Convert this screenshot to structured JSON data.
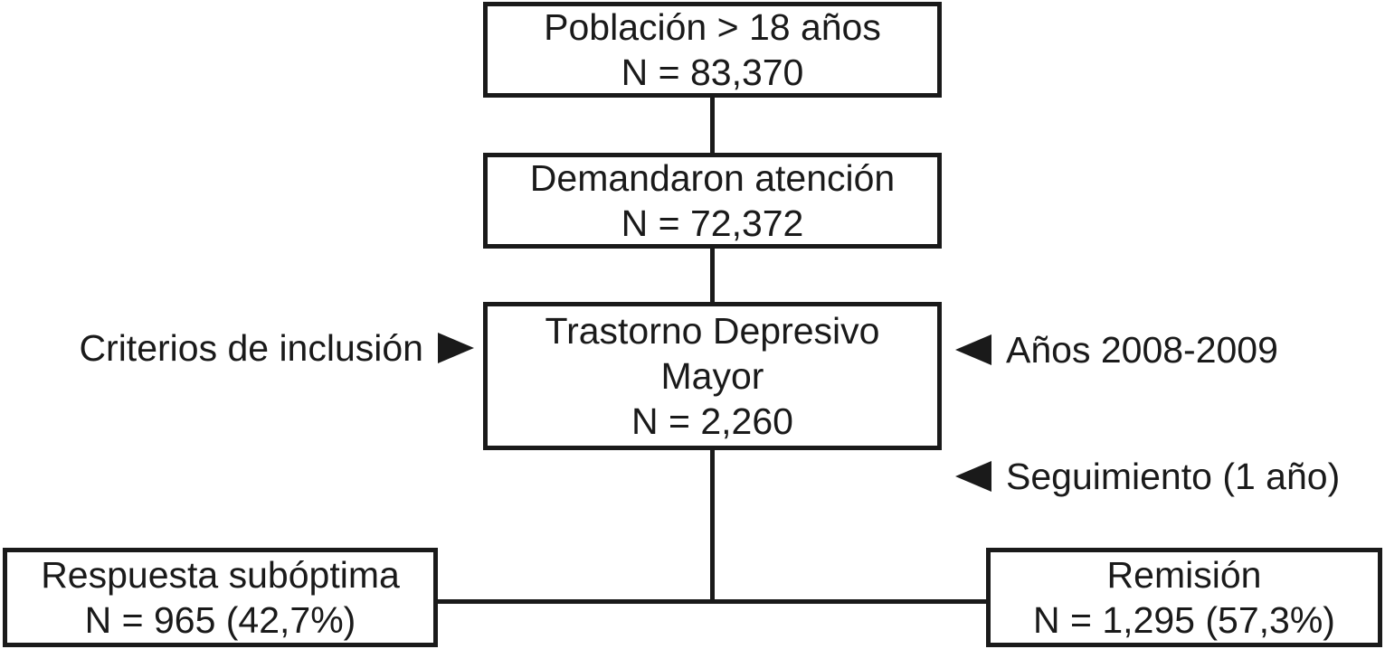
{
  "colors": {
    "ink": "#1a1a1a",
    "background": "#ffffff"
  },
  "boxes": {
    "population": {
      "line1": "Población > 18 años",
      "line2": "N = 83,370"
    },
    "care": {
      "line1": "Demandaron atención",
      "line2": "N = 72,372"
    },
    "mdd": {
      "line1": "Trastorno Depresivo",
      "line2": "Mayor",
      "line3": "N = 2,260"
    },
    "suboptimal": {
      "line1": "Respuesta subóptima",
      "line2": "N = 965 (42,7%)"
    },
    "remission": {
      "line1": "Remisión",
      "line2": "N = 1,295 (57,3%)"
    }
  },
  "annotations": {
    "inclusion_criteria": "Criterios de inclusión",
    "years": "Años 2008-2009",
    "followup": "Seguimiento (1 año)"
  }
}
